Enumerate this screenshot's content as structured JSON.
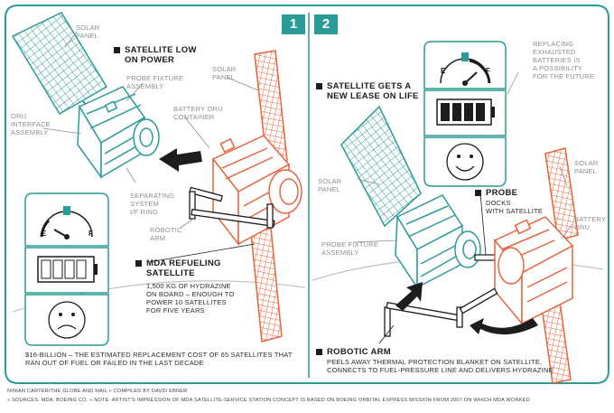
{
  "colors": {
    "teal": "#2a9c97",
    "orange": "#e8643c",
    "grey": "#8a8f91",
    "black": "#1d1d1d"
  },
  "steps": [
    "1",
    "2"
  ],
  "panel1": {
    "solar_panel_label": "SOLAR\nPANEL",
    "heading": "SATELLITE LOW\nON POWER",
    "probe_fixture": "PROBE FIXTURE\nASSEMBLY",
    "oru_interface": "ORU\nINTERFACE\nASSEMBLY",
    "separating": "SEPARATING\nSYSTEM\nI/F RING",
    "solar_panel_right": "SOLAR\nPANEL",
    "battery_oru_container": "BATTERY ORU\nCONTAINER",
    "robotic_arm": "ROBOTIC\nARM",
    "mda_heading": "MDA REFUELING\nSATELLITE",
    "mda_body": "1,500 KG OF HYDRAZINE\nON BOARD – ENOUGH TO\nPOWER 10 SATELLITES\nFOR FIVE YEARS",
    "cost_note": "$16-BILLION – THE ESTIMATED REPLACEMENT COST OF 65 SATELLITES THAT\nRAN OUT OF FUEL OR FAILED IN THE LAST DECADE",
    "gauge_e": "E",
    "gauge_f": "F"
  },
  "panel2": {
    "heading": "SATELLITE GETS A\nNEW LEASE ON LIFE",
    "replacing_note": "REPLACING\nEXHAUSTED\nBATTERIES IS\nA POSSIBILITY\nFOR THE FUTURE",
    "solar_panel_left": "SOLAR\nPANEL",
    "solar_panel_right": "SOLAR\nPANEL",
    "probe_heading": "PROBE",
    "probe_body": "DOCKS\nWITH SATELLITE",
    "battery_oru": "BATTERY\nORU",
    "probe_fixture": "PROBE FIXTURE\nASSEMBLY",
    "arm_heading": "ROBOTIC ARM",
    "arm_body": "PEELS AWAY THERMAL PROTECTION BLANKET ON SATELLITE,\nCONNECTS TO FUEL-PRESSURE LINE AND DELIVERS HYDRAZINE",
    "gauge_e": "E",
    "gauge_f": "F"
  },
  "credits": {
    "line1": "NINIAN CARTER/THE GLOBE AND MAIL  »  COMPILED BY DAVID EBNER",
    "line2": "»  SOURCES: MDA; BOEING CO.  »  NOTE: ARTIST'S IMPRESSION OF MDA SATELLITE-SERVICE STATION CONCEPT IS BASED ON BOEING ORBITAL EXPRESS MISSION FROM 2007 ON WHICH MDA WORKED"
  }
}
